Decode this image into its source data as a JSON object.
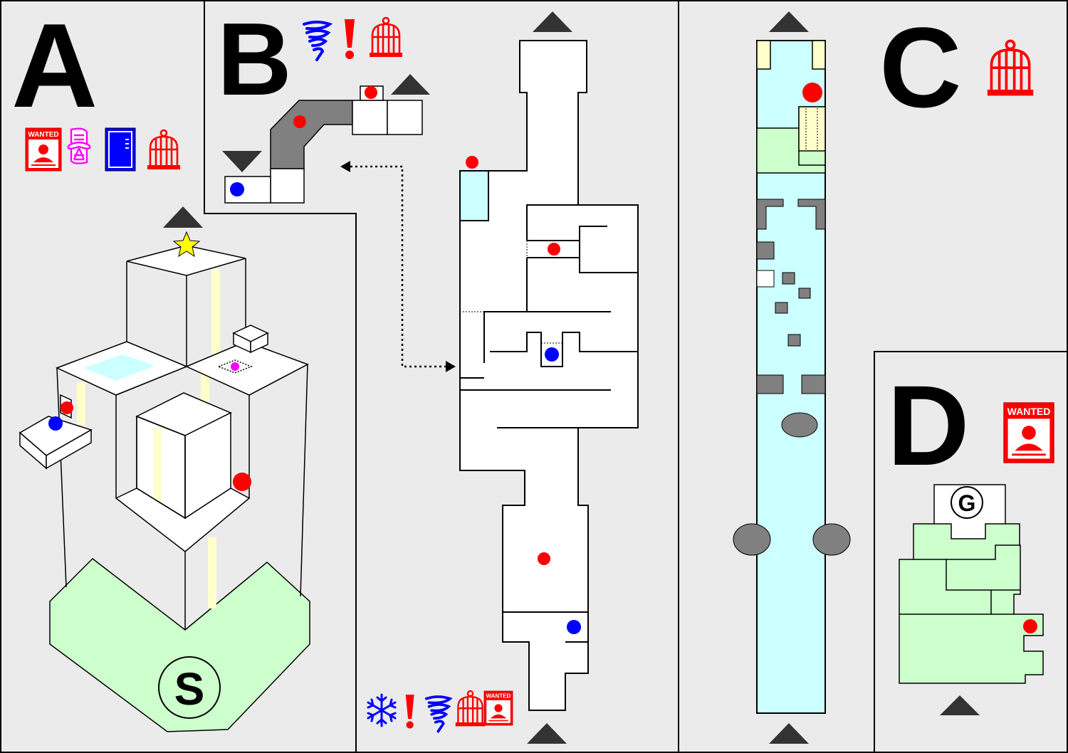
{
  "map_title": "",
  "areas": {
    "a": {
      "label": "A",
      "start_marker": "S",
      "items": [
        "wanted-poster-icon",
        "scroll-icon",
        "locker-icon",
        "birdcage-icon"
      ]
    },
    "b": {
      "label": "B",
      "items_top": [
        "tornado-icon",
        "exclamation-icon",
        "birdcage-icon"
      ],
      "items_bottom": [
        "snowflake-icon",
        "exclamation-icon",
        "tornado-icon",
        "birdcage-icon",
        "wanted-poster-icon"
      ]
    },
    "c": {
      "label": "C",
      "items": [
        "birdcage-icon"
      ]
    },
    "d": {
      "label": "D",
      "goal_marker": "G",
      "items": [
        "wanted-poster-icon"
      ]
    }
  },
  "wanted_text": "WANTED",
  "colors": {
    "background": "#ebebeb",
    "wall_fill": "#ffffff",
    "start_zone": "#ccffcc",
    "water": "#ccffff",
    "floor_grey": "#808080",
    "light_beam": "#ffffcc",
    "red_dot": "#ff0000",
    "blue_dot": "#0000ff",
    "magenta_dot": "#ff00ff",
    "star": "#ffff00",
    "arrow": "#333333"
  }
}
